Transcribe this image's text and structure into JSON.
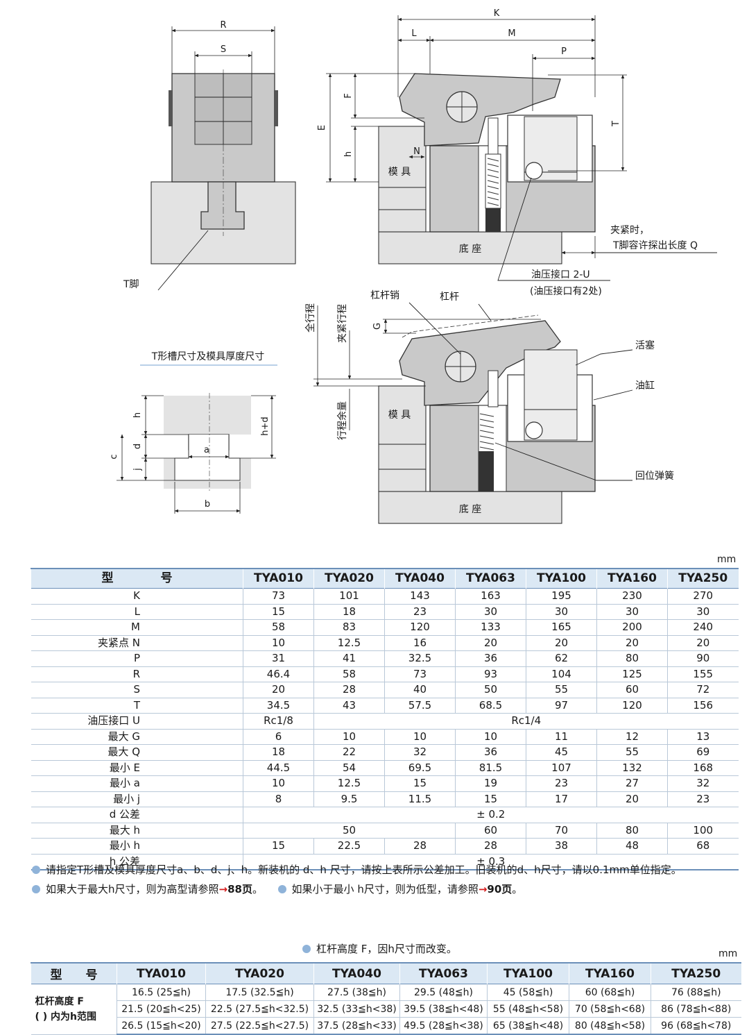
{
  "diagram": {
    "dim_R": "R",
    "dim_S": "S",
    "dim_K": "K",
    "dim_L": "L",
    "dim_M": "M",
    "dim_P": "P",
    "dim_F": "F",
    "dim_E": "E",
    "dim_h": "h",
    "dim_N": "N",
    "dim_T": "T",
    "dim_G": "G",
    "label_tfoot": "T脚",
    "label_mold": "模 具",
    "label_base": "底  座",
    "label_clamp_line1": "夹紧时，",
    "label_clamp_line2": "T脚容许探出长度 Q",
    "label_port_line1": "油压接口 2-U",
    "label_port_line2": "(油压接口有2处)",
    "label_slot_title": "T形槽尺寸及模具厚度尺寸",
    "slot_h": "h",
    "slot_d": "d",
    "slot_c": "c",
    "slot_j": "j",
    "slot_a": "a",
    "slot_b": "b",
    "slot_hd": "h+d",
    "label_pin": "杠杆销",
    "label_lever": "杠杆",
    "label_full_stroke": "全行程",
    "label_clamp_stroke": "夹紧行程",
    "label_margin": "行程余量",
    "label_piston": "活塞",
    "label_cylinder": "油缸",
    "label_spring": "回位弹簧"
  },
  "spec_table": {
    "unit": "mm",
    "header": [
      "型　　　　号",
      "TYA010",
      "TYA020",
      "TYA040",
      "TYA063",
      "TYA100",
      "TYA160",
      "TYA250"
    ],
    "rows": [
      {
        "label": "K",
        "cells": [
          "73",
          "101",
          "143",
          "163",
          "195",
          "230",
          "270"
        ]
      },
      {
        "label": "L",
        "cells": [
          "15",
          "18",
          "23",
          "30",
          "30",
          "30",
          "30"
        ]
      },
      {
        "label": "M",
        "cells": [
          "58",
          "83",
          "120",
          "133",
          "165",
          "200",
          "240"
        ]
      },
      {
        "label": "夹紧点 N",
        "cells": [
          "10",
          "12.5",
          "16",
          "20",
          "20",
          "20",
          "20"
        ]
      },
      {
        "label": "P",
        "cells": [
          "31",
          "41",
          "32.5",
          "36",
          "62",
          "80",
          "90"
        ]
      },
      {
        "label": "R",
        "cells": [
          "46.4",
          "58",
          "73",
          "93",
          "104",
          "125",
          "155"
        ]
      },
      {
        "label": "S",
        "cells": [
          "20",
          "28",
          "40",
          "50",
          "55",
          "60",
          "72"
        ]
      },
      {
        "label": "T",
        "cells": [
          "34.5",
          "43",
          "57.5",
          "68.5",
          "97",
          "120",
          "156"
        ]
      },
      {
        "label": "油压接口 U",
        "cells": [
          {
            "v": "Rc1/8",
            "span": 1
          },
          {
            "v": "Rc1/4",
            "span": 6
          }
        ]
      },
      {
        "label": "最大 G",
        "cells": [
          "6",
          "10",
          "10",
          "10",
          "11",
          "12",
          "13"
        ]
      },
      {
        "label": "最大 Q",
        "cells": [
          "18",
          "22",
          "32",
          "36",
          "45",
          "55",
          "69"
        ]
      },
      {
        "label": "最小 E",
        "cells": [
          "44.5",
          "54",
          "69.5",
          "81.5",
          "107",
          "132",
          "168"
        ]
      },
      {
        "label": "最小 a",
        "cells": [
          "10",
          "12.5",
          "15",
          "19",
          "23",
          "27",
          "32"
        ]
      },
      {
        "label": "最小 j",
        "cells": [
          "8",
          "9.5",
          "11.5",
          "15",
          "17",
          "20",
          "23"
        ]
      },
      {
        "label": "d 公差",
        "cells": [
          {
            "v": "± 0.2",
            "span": 7
          }
        ]
      },
      {
        "label": "最大 h",
        "cells": [
          {
            "v": "50",
            "span": 3
          },
          "60",
          "70",
          "80",
          "100"
        ]
      },
      {
        "label": "最小 h",
        "cells": [
          "15",
          "22.5",
          "28",
          "28",
          "38",
          "48",
          "68"
        ]
      },
      {
        "label": "h 公差",
        "cells": [
          {
            "v": "± 0.3",
            "span": 7
          }
        ]
      }
    ]
  },
  "notes": {
    "note1": "请指定T形槽及模具厚度尺寸a、b、d、j、h。新装机的 d、h 尺寸，请按上表所示公差加工。旧装机的d、h尺寸，请以0.1mm单位指定。",
    "note2_a": "如果大于最大h尺寸，则为高型请参照",
    "note2_arrow": "→",
    "note2_page": "88页",
    "note2_end": "。",
    "note3_a": "如果小于最小 h尺寸，则为低型，请参照",
    "note3_arrow": "→",
    "note3_page": "90页",
    "note3_end": "。",
    "lever_note": "杠杆高度 F，因h尺寸而改变。"
  },
  "lever_table": {
    "unit": "mm",
    "header": [
      "型　　号",
      "TYA010",
      "TYA020",
      "TYA040",
      "TYA063",
      "TYA100",
      "TYA160",
      "TYA250"
    ],
    "row_label_line1": "杠杆高度 F",
    "row_label_line2": "( ) 内为h范围",
    "rows": [
      [
        "16.5 (25≦h)",
        "17.5 (32.5≦h)",
        "27.5 (38≦h)",
        "29.5 (48≦h)",
        "45 (58≦h)",
        "60 (68≦h)",
        "76 (88≦h)"
      ],
      [
        "21.5 (20≦h<25)",
        "22.5 (27.5≦h<32.5)",
        "32.5 (33≦h<38)",
        "39.5 (38≦h<48)",
        "55 (48≦h<58)",
        "70 (58≦h<68)",
        "86 (78≦h<88)"
      ],
      [
        "26.5 (15≦h<20)",
        "27.5 (22.5≦h<27.5)",
        "37.5 (28≦h<33)",
        "49.5 (28≦h<38)",
        "65 (38≦h<48)",
        "80 (48≦h<58)",
        "96 (68≦h<78)"
      ]
    ]
  }
}
